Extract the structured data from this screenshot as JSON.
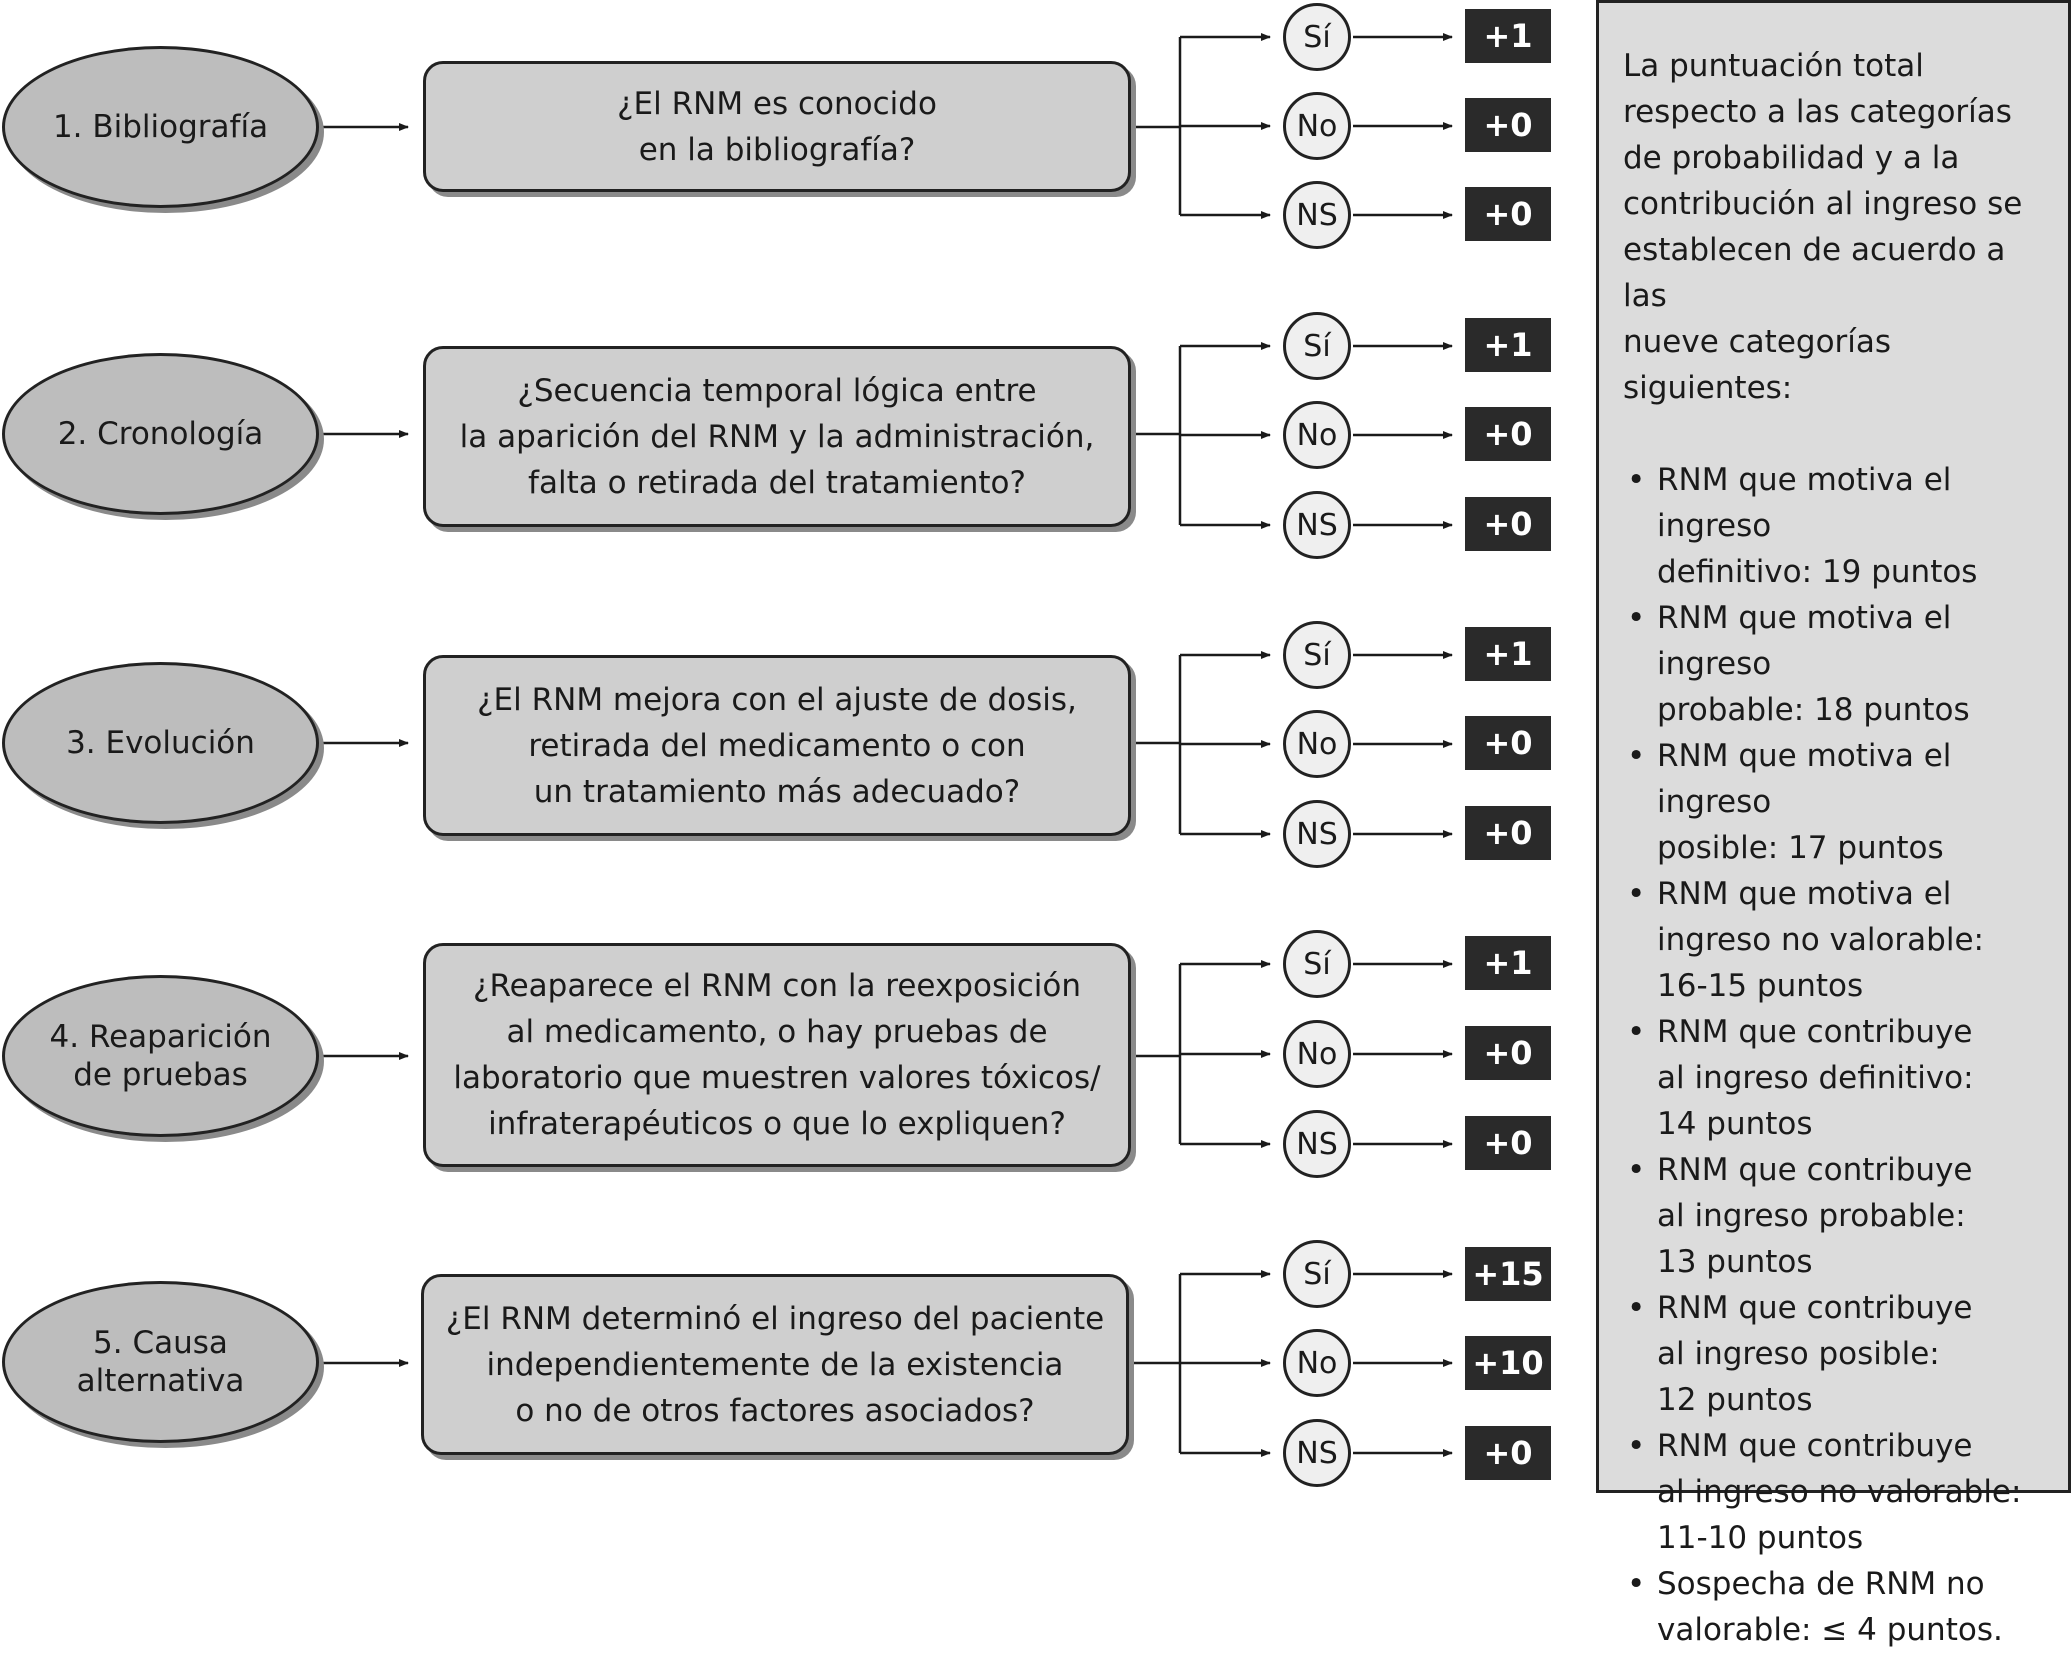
{
  "criteria": [
    {
      "label": "1.  Bibliografía",
      "question": "¿El RNM es conocido\nen la bibliografía?",
      "answers": [
        {
          "label": "Sí",
          "score": "+1"
        },
        {
          "label": "No",
          "score": "+0"
        },
        {
          "label": "NS",
          "score": "+0"
        }
      ]
    },
    {
      "label": "2. Cronología",
      "question": "¿Secuencia temporal lógica entre\nla aparición del RNM y la administración,\nfalta o retirada del tratamiento?",
      "answers": [
        {
          "label": "Sí",
          "score": "+1"
        },
        {
          "label": "No",
          "score": "+0"
        },
        {
          "label": "NS",
          "score": "+0"
        }
      ]
    },
    {
      "label": "3. Evolución",
      "question": "¿El RNM mejora con el ajuste de dosis,\nretirada del medicamento o con\nun tratamiento más adecuado?",
      "answers": [
        {
          "label": "Sí",
          "score": "+1"
        },
        {
          "label": "No",
          "score": "+0"
        },
        {
          "label": "NS",
          "score": "+0"
        }
      ]
    },
    {
      "label": "4. Reaparición\nde pruebas",
      "question": "¿Reaparece el RNM con la reexposición\nal medicamento, o hay pruebas de\nlaboratorio que muestren valores tóxicos/\ninfraterapéuticos o que lo expliquen?",
      "answers": [
        {
          "label": "Sí",
          "score": "+1"
        },
        {
          "label": "No",
          "score": "+0"
        },
        {
          "label": "NS",
          "score": "+0"
        }
      ]
    },
    {
      "label": "5. Causa\nalternativa",
      "question": "¿El RNM determinó el ingreso del paciente\nindependientemente de la existencia\no no de otros factores asociados?",
      "answers": [
        {
          "label": "Sí",
          "score": "+15"
        },
        {
          "label": "No",
          "score": "+10"
        },
        {
          "label": "NS",
          "score": "+0"
        }
      ]
    }
  ],
  "side_panel": {
    "intro": "La puntuación total\nrespecto a las categorías\nde probabilidad y a la\ncontribución al ingreso se\nestablecen de acuerdo a las\nnueve categorías siguientes:",
    "items": [
      "RNM que motiva el ingreso\ndefinitivo: 19 puntos",
      "RNM que motiva el ingreso\nprobable: 18 puntos",
      "RNM que motiva el ingreso\nposible: 17 puntos",
      "RNM que motiva el\ningreso no valorable:\n16-15 puntos",
      "RNM que contribuye\nal ingreso definitivo:\n14 puntos",
      "RNM que contribuye\nal ingreso probable:\n13 puntos",
      "RNM que contribuye\nal ingreso posible:\n12 puntos",
      "RNM que contribuye\nal ingreso no valorable:\n11-10 puntos",
      "Sospecha de RNM no\nvalorable: ≤ 4 puntos."
    ]
  }
}
